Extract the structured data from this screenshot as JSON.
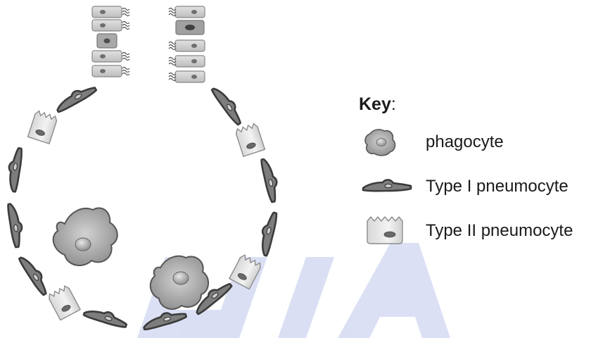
{
  "key": {
    "title": "Key",
    "items": [
      {
        "label": "phagocyte",
        "icon": "phagocyte-icon"
      },
      {
        "label": "Type I pneumocyte",
        "icon": "type-1-pneumocyte-icon"
      },
      {
        "label": "Type II pneumocyte",
        "icon": "type-2-pneumocyte-icon"
      }
    ]
  },
  "colors": {
    "outline": "#454545",
    "cell_fill": "#c8c8c8",
    "type2_fill": "#e6e6e6",
    "phagocyte_fill": "#a6a6a6",
    "watermark": "#3a55c8"
  }
}
